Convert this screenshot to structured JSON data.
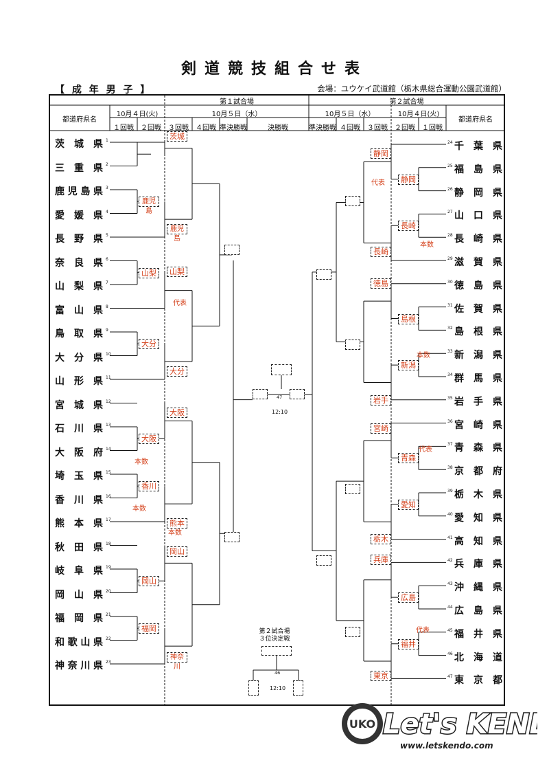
{
  "title": "剣道競技組合せ表",
  "category": "【 成 年 男 子 】",
  "venue": "会場：ユウケイ武道館（栃木県総合運動公園武道館）",
  "header": {
    "venue1": "第１試合場",
    "venue2": "第２試合場",
    "pref_col": "都道府県名",
    "date_oct4": "10月４日(火)",
    "date_oct5": "10月５日（水）",
    "rounds_left": [
      "１回戦",
      "２回戦",
      "３回戦",
      "４回戦",
      "準決勝戦",
      "決勝戦"
    ],
    "rounds_right": [
      "準決勝戦",
      "４回戦",
      "３回戦",
      "２回戦",
      "１回戦"
    ]
  },
  "left_prefs": [
    "茨城県",
    "三重県",
    "鹿児島県",
    "愛媛県",
    "長野県",
    "奈良県",
    "山梨県",
    "富山県",
    "鳥取県",
    "大分県",
    "山形県",
    "宮城県",
    "石川県",
    "大阪府",
    "埼玉県",
    "香川県",
    "熊本県",
    "秋田県",
    "岐阜県",
    "岡山県",
    "福岡県",
    "和歌山県",
    "神奈川県"
  ],
  "right_prefs": [
    "千葉県",
    "福島県",
    "静岡県",
    "山口県",
    "長崎県",
    "滋賀県",
    "徳島県",
    "佐賀県",
    "島根県",
    "新潟県",
    "群馬県",
    "岩手県",
    "宮崎県",
    "青森県",
    "京都府",
    "栃木県",
    "愛知県",
    "高知県",
    "兵庫県",
    "沖縄県",
    "広島県",
    "福井県",
    "北海道",
    "東京都"
  ],
  "left_winners_r1": [
    "鹿児島",
    "山梨",
    "大分",
    "大阪",
    "香川",
    "岡山",
    "福岡"
  ],
  "left_winners_r2": [
    "茨城",
    "鹿児島",
    "山梨",
    "大分",
    "大阪",
    "熊本",
    "岡山",
    "神奈川"
  ],
  "right_winners_r1": [
    "静岡",
    "長崎",
    "島根",
    "新潟",
    "青森",
    "愛知",
    "広島",
    "福井"
  ],
  "right_winners_r2": [
    "静岡",
    "長崎",
    "徳島",
    "岩手",
    "宮崎",
    "栃木",
    "兵庫",
    "東京"
  ],
  "notes": {
    "daihyo": "代表",
    "honsu": "本数"
  },
  "final_time": "12:10",
  "third_place": {
    "line1": "第２試合場",
    "line2": "３位決定戦",
    "num": "46",
    "time": "12:10"
  },
  "logo": {
    "text": "Let's KENDO!",
    "url": "www.letskendo.com",
    "badge": "UKO"
  }
}
